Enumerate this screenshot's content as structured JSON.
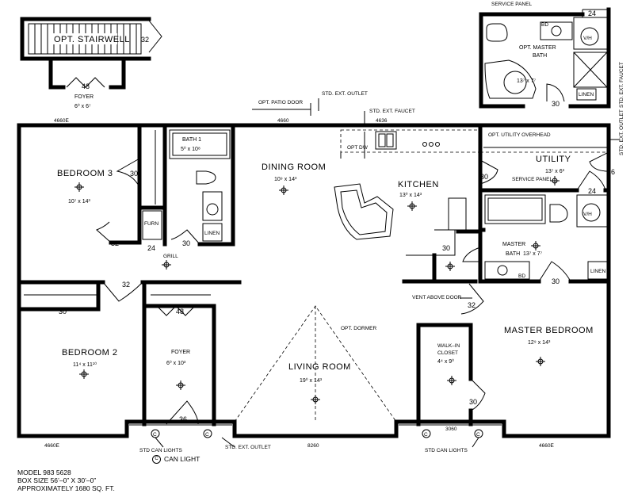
{
  "rooms": {
    "bedroom3": {
      "name": "BEDROOM 3",
      "dims": "10⁷ x 14³"
    },
    "bath1": {
      "name": "BATH 1",
      "dims": "5⁰ x 10⁸"
    },
    "dining": {
      "name": "DINING ROOM",
      "dims": "10⁹ x 14³"
    },
    "kitchen": {
      "name": "KITCHEN",
      "dims": "13⁰ x 14³"
    },
    "utility": {
      "name": "UTILITY",
      "dims": "13⁷ x 6³"
    },
    "master_bath": {
      "name": "MASTER",
      "name2": "BATH",
      "dims": "13⁷ x 7⁷"
    },
    "bedroom2": {
      "name": "BEDROOM 2",
      "dims": "11⁴ x 11¹⁰"
    },
    "foyer": {
      "name": "FOYER",
      "dims": "6⁰ x 10³"
    },
    "living": {
      "name": "LIVING ROOM",
      "dims": "19⁰ x 14³"
    },
    "master_bedroom": {
      "name": "MASTER BEDROOM",
      "dims": "12⁹ x 14³"
    },
    "walkin": {
      "name": "WALK–IN",
      "name2": "CLOSET",
      "dims": "4⁴ x 9⁰"
    },
    "opt_foyer": {
      "name": "FOYER",
      "dims": "6⁰ x 6⁷"
    },
    "opt_master_bath": {
      "name": "OPT. MASTER",
      "name2": "BATH",
      "dims": "13⁷ x 7⁷"
    },
    "opt_stairwell": {
      "name": "OPT. STAIRWELL"
    }
  },
  "labels": {
    "furn": "FURN",
    "linen": "LINEN",
    "grill": "GRILL",
    "vh": "V/H",
    "bd": "BD",
    "opt_patio_door": "OPT. PATIO DOOR",
    "std_ext_outlet": "STD. EXT. OUTLET",
    "std_ext_faucet": "STD. EXT. FAUCET",
    "opt_dw": "OPT DW",
    "opt_utility_overhead": "OPT. UTILITY OVERHEAD",
    "service_panel": "SERVICE PANEL",
    "vent_above_door": "VENT ABOVE DOOR",
    "opt_dormer": "OPT. DORMER",
    "std_can_lights": "STD CAN LIGHTS"
  },
  "dims": {
    "w4660e": "4660E",
    "w4660": "4660",
    "w4636": "4636",
    "w8260": "8260",
    "w3060": "3060",
    "d30": "30",
    "d32": "32",
    "d24": "24",
    "d36": "36",
    "d48": "48"
  },
  "legend": {
    "can_symbol": "C",
    "can_light": "CAN LIGHT",
    "model": "MODEL 983    5628",
    "box_size": "BOX SIZE 56’–0” X 30’–0”",
    "approx": "APPROXIMATELY 1680 SQ. FT."
  }
}
